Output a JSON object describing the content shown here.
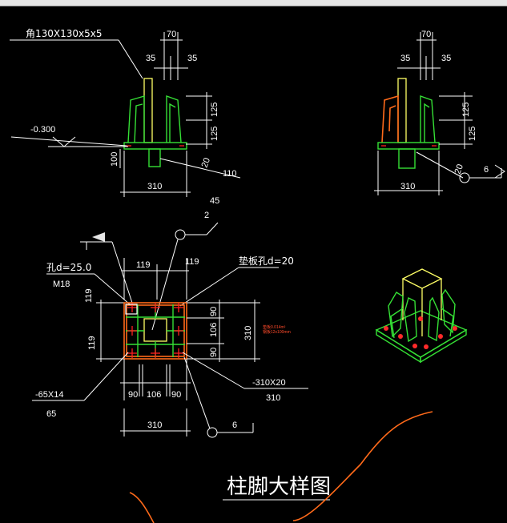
{
  "labels": {
    "angle_steel": "角130X130x5x5",
    "elev": "-0.300",
    "dim_70_a": "70",
    "dim_35_a": "35",
    "dim_35_b": "35",
    "dim_125_a": "125",
    "dim_125_b": "125",
    "dim_100": "100",
    "dim_20_a": "20",
    "dim_110": "110",
    "dim_310_a": "310",
    "dim_70_b": "70",
    "dim_35_c": "35",
    "dim_35_d": "35",
    "dim_125_c": "125",
    "dim_125_d": "125",
    "dim_20_b": "20",
    "dim_310_b": "310",
    "section_6_a": "6",
    "dim_45": "45",
    "section_2": "2",
    "hole_25": "孔d=25.0",
    "bolt_m18": "M18",
    "washer": "垫板孔d=20",
    "dim_119_a": "119",
    "dim_119_b": "119",
    "dim_119_c": "119",
    "dim_119_d": "119",
    "dim_90_a": "90",
    "dim_106_a": "106",
    "dim_90_b": "90",
    "dim_310_c": "310",
    "plate_note": "垫板0.014m²\n钢板12x100mm",
    "plate_310x20": "-310X20",
    "dim_310_d": "310",
    "rib_65x14": "-65X14",
    "dim_65": "65",
    "dim_90_c": "90",
    "dim_106_b": "106",
    "dim_90_d": "90",
    "dim_310_e": "310",
    "section_6_b": "6",
    "drawing_title": "柱脚大样图"
  },
  "colors": {
    "background": "#000000",
    "dimension": "#ffffff",
    "stiffener": "#35e035",
    "column": "#ffff66",
    "highlight": "#ff6a1a",
    "bolt": "#ff2020"
  }
}
